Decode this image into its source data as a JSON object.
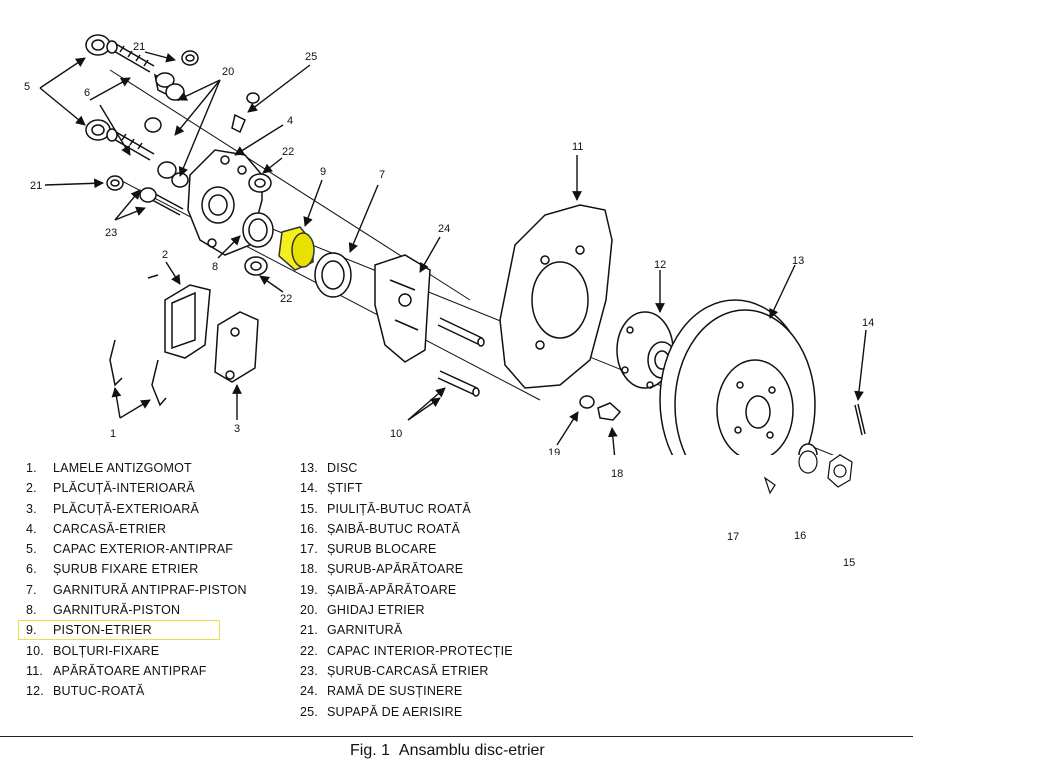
{
  "diagram": {
    "callouts": [
      {
        "id": "c21a",
        "text": "21"
      },
      {
        "id": "c20",
        "text": "20"
      },
      {
        "id": "c25",
        "text": "25"
      },
      {
        "id": "c5",
        "text": "5"
      },
      {
        "id": "c6",
        "text": "6"
      },
      {
        "id": "c4",
        "text": "4"
      },
      {
        "id": "c22a",
        "text": "22"
      },
      {
        "id": "c9",
        "text": "9"
      },
      {
        "id": "c7",
        "text": "7"
      },
      {
        "id": "c11",
        "text": "11"
      },
      {
        "id": "c21b",
        "text": "21"
      },
      {
        "id": "c23",
        "text": "23"
      },
      {
        "id": "c24",
        "text": "24"
      },
      {
        "id": "c2",
        "text": "2"
      },
      {
        "id": "c8",
        "text": "8"
      },
      {
        "id": "c22b",
        "text": "22"
      },
      {
        "id": "c12",
        "text": "12"
      },
      {
        "id": "c13",
        "text": "13"
      },
      {
        "id": "c14",
        "text": "14"
      },
      {
        "id": "c1",
        "text": "1"
      },
      {
        "id": "c3",
        "text": "3"
      },
      {
        "id": "c10",
        "text": "10"
      },
      {
        "id": "c19",
        "text": "19"
      },
      {
        "id": "c18",
        "text": "18"
      },
      {
        "id": "c17",
        "text": "17"
      },
      {
        "id": "c16",
        "text": "16"
      },
      {
        "id": "c15",
        "text": "15"
      }
    ],
    "highlight_color": "#f5ef1e"
  },
  "legend": {
    "left": [
      {
        "num": "1.",
        "label": "LAMELE ANTIZGOMOT"
      },
      {
        "num": "2.",
        "label": "PLĂCUȚĂ-INTERIOARĂ"
      },
      {
        "num": "3.",
        "label": "PLĂCUȚĂ-EXTERIOARĂ"
      },
      {
        "num": "4.",
        "label": "CARCASĂ-ETRIER"
      },
      {
        "num": "5.",
        "label": "CAPAC EXTERIOR-ANTIPRAF"
      },
      {
        "num": "6.",
        "label": "ȘURUB FIXARE ETRIER"
      },
      {
        "num": "7.",
        "label": "GARNITURĂ ANTIPRAF-PISTON"
      },
      {
        "num": "8.",
        "label": "GARNITURĂ-PISTON"
      },
      {
        "num": "9.",
        "label": "PISTON-ETRIER"
      },
      {
        "num": "10.",
        "label": "BOLȚURI-FIXARE"
      },
      {
        "num": "11.",
        "label": "APĂRĂTOARE ANTIPRAF"
      },
      {
        "num": "12.",
        "label": "BUTUC-ROATĂ"
      }
    ],
    "right": [
      {
        "num": "13.",
        "label": "DISC"
      },
      {
        "num": "14.",
        "label": "ȘTIFT"
      },
      {
        "num": "15.",
        "label": "PIULIȚĂ-BUTUC ROATĂ"
      },
      {
        "num": "16.",
        "label": "ȘAIBĂ-BUTUC ROATĂ"
      },
      {
        "num": "17.",
        "label": "ȘURUB BLOCARE"
      },
      {
        "num": "18.",
        "label": "ȘURUB-APĂRĂTOARE"
      },
      {
        "num": "19.",
        "label": "ȘAIBĂ-APĂRĂTOARE"
      },
      {
        "num": "20.",
        "label": "GHIDAJ ETRIER"
      },
      {
        "num": "21.",
        "label": "GARNITURĂ"
      },
      {
        "num": "22.",
        "label": "CAPAC INTERIOR-PROTECȚIE"
      },
      {
        "num": "23.",
        "label": "ȘURUB-CARCASĂ ETRIER"
      },
      {
        "num": "24.",
        "label": "RAMĂ DE SUSȚINERE"
      },
      {
        "num": "25.",
        "label": "SUPAPĂ DE AERISIRE"
      }
    ],
    "highlighted_index": 8
  },
  "caption": {
    "figure": "Fig. 1",
    "title": "Ansamblu disc-etrier"
  }
}
